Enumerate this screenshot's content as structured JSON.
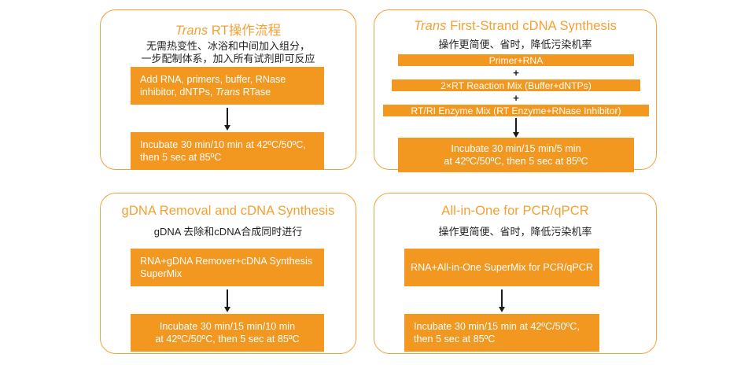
{
  "theme": {
    "accent_orange": "#F2971F",
    "title_orange": "#F5A032",
    "border_orange": "#F4A238",
    "box_text": "#FFFFFF",
    "body_text": "#231F20",
    "background": "#FFFFFF"
  },
  "panels": {
    "rt_workflow": {
      "title_italic": "Trans",
      "title_rest": " RT操作流程",
      "subtitle": "无需热变性、冰浴和中间加入组分，\n一步配制体系，加入所有试剂即可反应",
      "step1_pre": "Add RNA, primers, buffer, RNase\ninhibitor, dNTPs, ",
      "step1_italic": "Trans",
      "step1_post": " RTase",
      "step2": "Incubate 30 min/10 min at 42ºC/50ºC,\nthen 5 sec at 85ºC"
    },
    "first_strand": {
      "title_italic": "Trans",
      "title_rest": " First-Strand cDNA Synthesis",
      "subtitle": "操作更简便、省时，降低污染机率",
      "reagent1": "Primer+RNA",
      "plus1": "+",
      "reagent2": "2×RT Reaction Mix (Buffer+dNTPs)",
      "plus2": "+",
      "reagent3": "RT/RI Enzyme Mix (RT Enzyme+RNase Inhibitor)",
      "step_final": "Incubate 30 min/15 min/5 min\nat 42ºC/50ºC, then 5 sec at 85ºC"
    },
    "gdna_removal": {
      "title_rest": "gDNA Removal and cDNA Synthesis",
      "subtitle": "gDNA 去除和cDNA合成同时进行",
      "step1": "RNA+gDNA Remover+cDNA Synthesis\nSuperMix",
      "step2": "Incubate 30 min/15 min/10 min\nat 42ºC/50ºC, then 5 sec at 85ºC"
    },
    "all_in_one": {
      "title_rest": "All-in-One for PCR/qPCR",
      "subtitle": "操作更简便、省时，降低污染机率",
      "step1": "RNA+All-in-One SuperMix for PCR/qPCR",
      "step2": "Incubate 30 min/15 min at 42ºC/50ºC,\nthen 5 sec at 85ºC"
    }
  }
}
